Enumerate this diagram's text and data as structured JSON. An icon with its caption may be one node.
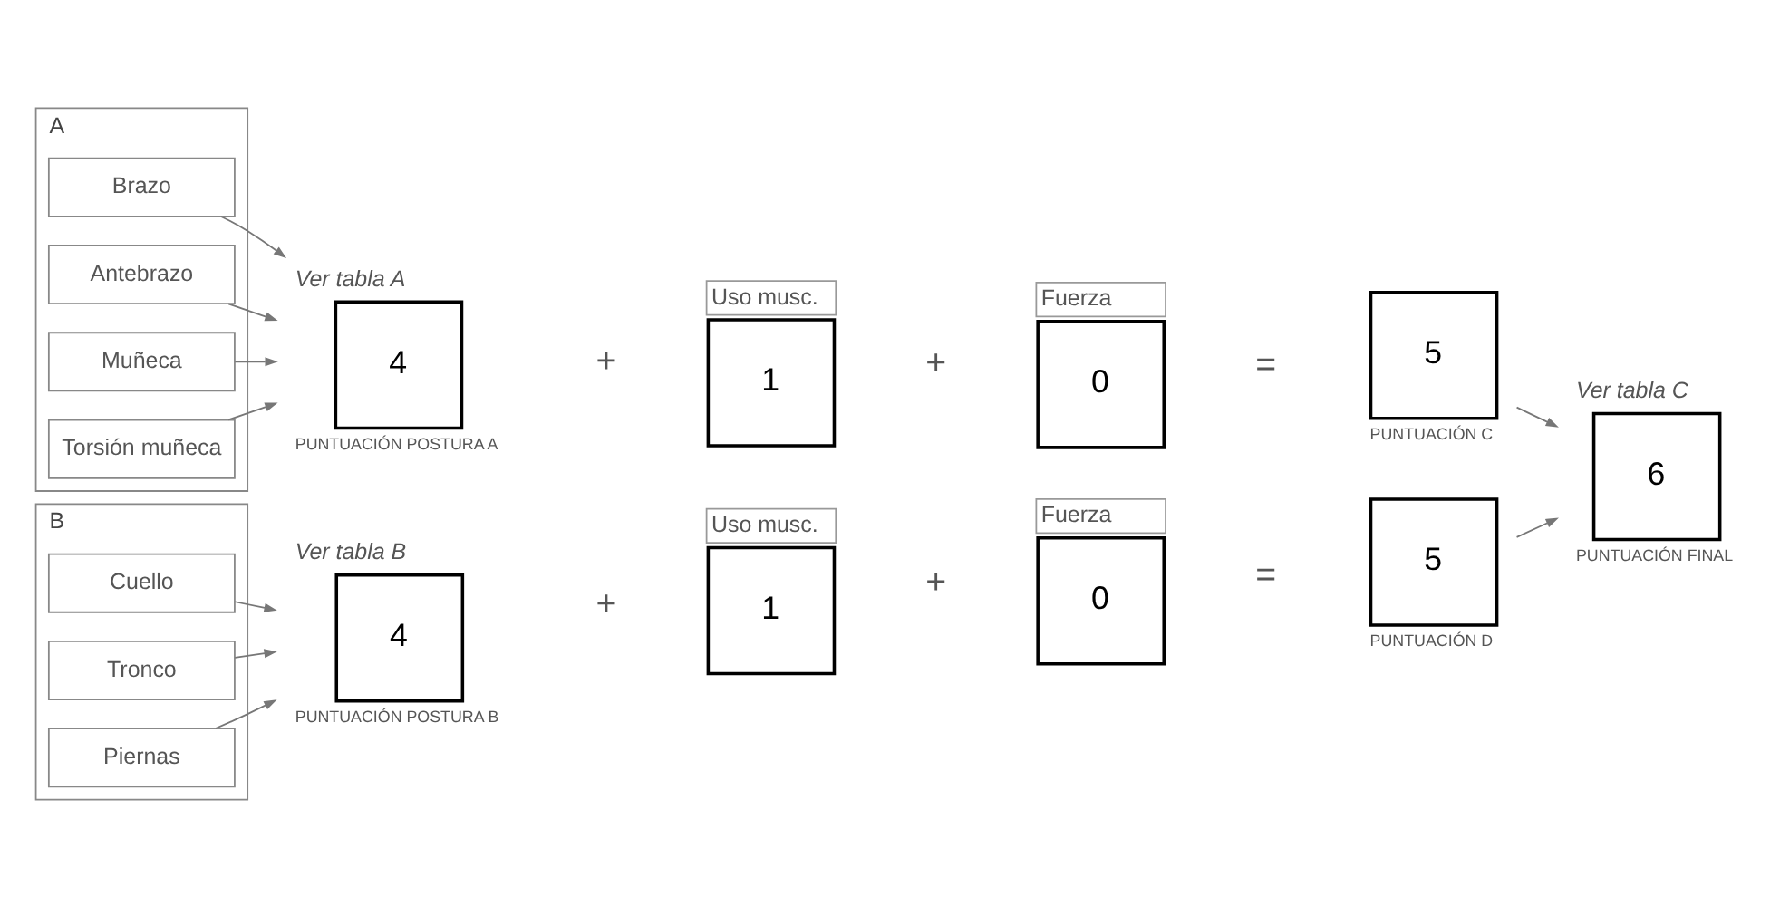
{
  "diagram": {
    "nodes": [
      {
        "text": [
          "A"
        ]
      },
      {
        "text": [
          "Brazo"
        ],
        "in": 0
      },
      {
        "text": [
          "Antebrazo"
        ],
        "in": 0
      },
      {
        "text": [
          "Muñeca"
        ],
        "in": 0
      },
      {
        "text": [
          "Torsión muñeca"
        ],
        "in": 0
      },
      {
        "text": [
          "Ver tabla A",
          "4",
          "PUNTUACIÓN POSTURA A"
        ]
      },
      {
        "text": [
          "Uso musc.",
          "1"
        ]
      },
      {
        "text": [
          "Fuerza",
          "0"
        ]
      },
      {
        "text": [
          "5",
          "PUNTUACIÓN C"
        ]
      },
      {
        "text": [
          "B"
        ]
      },
      {
        "text": [
          "Cuello"
        ],
        "in": 9
      },
      {
        "text": [
          "Tronco"
        ],
        "in": 9
      },
      {
        "text": [
          "Piernas"
        ],
        "in": 9
      },
      {
        "text": [
          "Ver tabla B",
          "4",
          "PUNTUACIÓN POSTURA B"
        ]
      },
      {
        "text": [
          "Uso musc.",
          "1"
        ]
      },
      {
        "text": [
          "Fuerza",
          "0"
        ]
      },
      {
        "text": [
          "5",
          "PUNTUACIÓN D"
        ]
      },
      {
        "text": [
          "Ver tabla C",
          "6",
          "PUNTUACIÓN FINAL"
        ]
      }
    ],
    "edges": [
      {
        "from": 1,
        "to": 5,
        "arrow": "to"
      },
      {
        "from": 2,
        "to": 5,
        "arrow": "to"
      },
      {
        "from": 3,
        "to": 5,
        "arrow": "to"
      },
      {
        "from": 4,
        "to": 5,
        "arrow": "to"
      },
      {
        "from": 10,
        "to": 13,
        "arrow": "to"
      },
      {
        "from": 11,
        "to": 13,
        "arrow": "to"
      },
      {
        "from": 12,
        "to": 13,
        "arrow": "to"
      },
      {
        "from": 8,
        "to": 17,
        "arrow": "to"
      },
      {
        "from": 16,
        "to": 17,
        "arrow": "to"
      }
    ],
    "labels": [
      "+",
      "+",
      "=",
      "+",
      "+",
      "="
    ]
  }
}
